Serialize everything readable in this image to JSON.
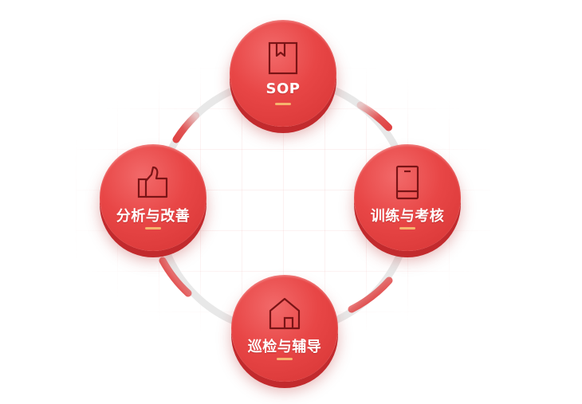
{
  "nodes": {
    "top": {
      "label": "SOP",
      "icon": "bookmark-book-icon"
    },
    "right": {
      "label": "训练与考核",
      "icon": "tablet-icon"
    },
    "bottom": {
      "label": "巡检与辅导",
      "icon": "house-icon"
    },
    "left": {
      "label": "分析与改善",
      "icon": "thumbs-up-icon"
    }
  },
  "colors": {
    "node_red": "#e84646",
    "node_shadow": "#c22a2d",
    "accent_bar": "#f6b46e",
    "ring_gray": "#e6e6e6",
    "arc_red": "#e04444"
  }
}
